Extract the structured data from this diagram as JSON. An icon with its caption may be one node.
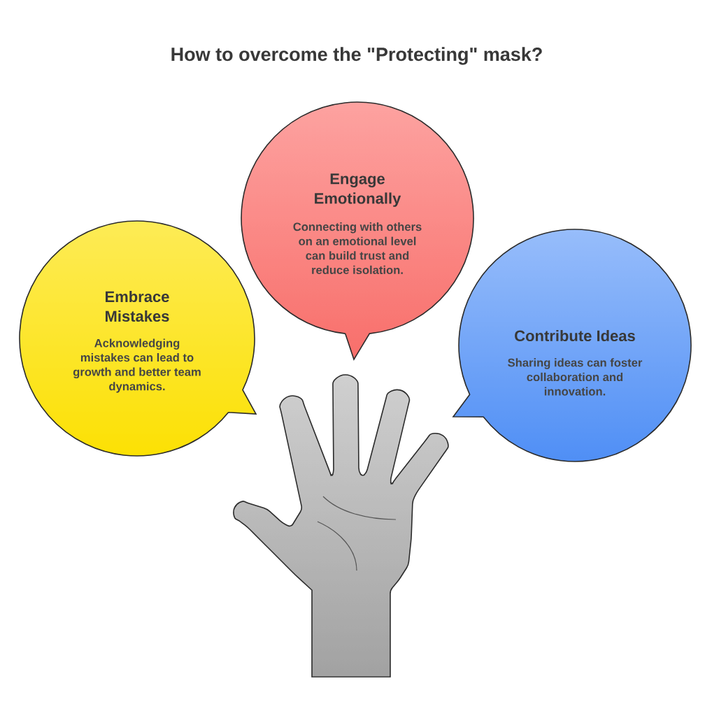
{
  "diagram": {
    "title": "How to overcome the \"Protecting\" mask?",
    "nodes": [
      {
        "text": [
          "Embrace Mistakes",
          "Acknowledging mistakes can lead to growth and better team dynamics."
        ]
      },
      {
        "text": [
          "Engage Emotionally",
          "Connecting with others on an emotional level can build trust and reduce isolation."
        ]
      },
      {
        "text": [
          "Contribute Ideas",
          "Sharing ideas can foster collaboration and innovation."
        ]
      }
    ]
  }
}
